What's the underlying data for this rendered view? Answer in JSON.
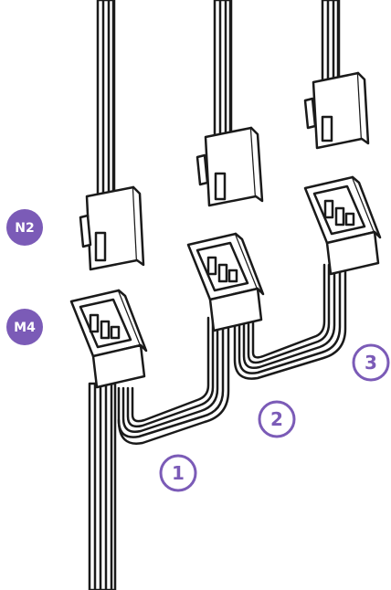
{
  "badges": {
    "top": "N2",
    "bottom": "M4"
  },
  "numbers": {
    "one": "1",
    "two": "2",
    "three": "3"
  },
  "colors": {
    "accent": "#7b5bb7",
    "badge": "#7b5bb7",
    "line": "#1a1a1a",
    "fill": "#ffffff"
  }
}
